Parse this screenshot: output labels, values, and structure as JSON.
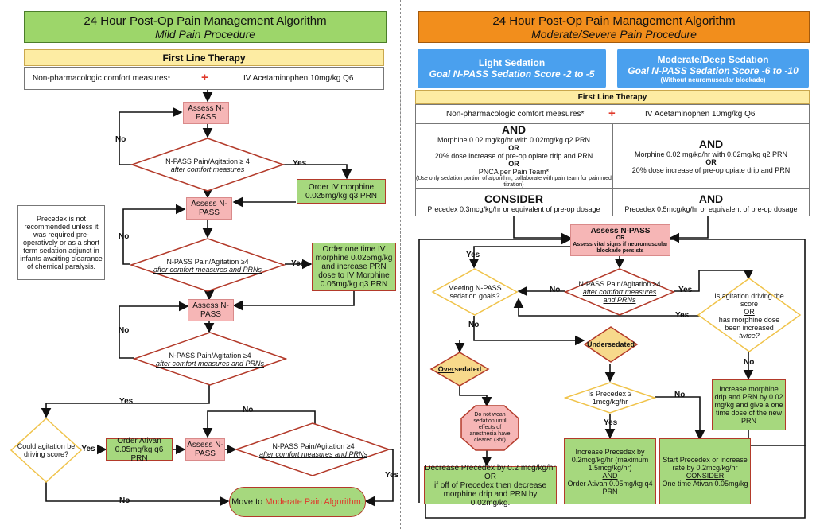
{
  "left": {
    "header": {
      "line1": "24 Hour Post-Op Pain Management Algorithm",
      "line2": "Mild Pain Procedure"
    },
    "first_line": "First Line Therapy",
    "nonpharm": "Non-pharmacologic comfort measures*",
    "plus": "+",
    "acetaminophen": "IV Acetaminophen 10mg/kg Q6",
    "assess1": "Assess N-PASS",
    "assess2": "Assess N-PASS",
    "assess3": "Assess N-PASS",
    "assess4": "Assess N-PASS",
    "dec1_l1": "N-PASS Pain/Agitation ≥ 4",
    "dec1_l2": "after comfort measures",
    "dec2_l1": "N-PASS Pain/Agitation ≥4",
    "dec2_l2": "after comfort measures and PRNs",
    "dec3_l1": "N-PASS Pain/Agitation ≥4",
    "dec3_l2": "after comfort measures and PRNs",
    "dec4_l1": "N-PASS Pain/Agitation ≥4",
    "dec4_l2": "after comfort measures and PRNs",
    "order1": "Order IV morphine 0.025mg/kg q3 PRN",
    "order2": "Order one time IV morphine 0.025mg/kg and increase PRN dose to IV Morphine 0.05mg/kg q3 PRN",
    "precedex_note": "Precedex is not recommended unless it was required pre-operatively or as a short term sedation adjunct in infants awaiting clearance of chemical paralysis.",
    "could_agitation": "Could agitation be driving score?",
    "order_ativan": "Order Ativan 0.05mg/kg q6 PRN",
    "move_to": "Move to",
    "move_to_red": "Moderate Pain Algorithm.",
    "yes": "Yes",
    "no": "No",
    "yes_dash": "-Yes"
  },
  "right": {
    "header": {
      "line1": "24 Hour Post-Op Pain Management Algorithm",
      "line2": "Moderate/Severe Pain Procedure"
    },
    "light": {
      "title": "Light Sedation",
      "goal": "Goal N-PASS Sedation Score -2 to -5"
    },
    "deep": {
      "title": "Moderate/Deep Sedation",
      "goal": "Goal N-PASS Sedation Score -6 to -10",
      "note": "(Without neuromuscular blockade)"
    },
    "first_line": "First Line Therapy",
    "nonpharm": "Non-pharmacologic comfort measures*",
    "plus": "+",
    "acetaminophen": "IV Acetaminophen 10mg/kg Q6",
    "and": "AND",
    "or": "OR",
    "light_m1": "Morphine 0.02 mg/kg/hr with 0.02mg/kg q2 PRN",
    "light_m2": "20% dose increase of pre-op opiate drip and PRN",
    "light_m3": "PNCA per Pain Team*",
    "light_m4": "(Use only sedation portion of algorithm, collaborate with pain team for pain med titration)",
    "deep_m1": "Morphine 0.02 mg/kg/hr with 0.02mg/kg q2 PRN",
    "deep_m2": "20% dose increase of pre-op opiate drip and PRN",
    "consider": "CONSIDER",
    "light_precedex": "Precedex 0.3mcg/kg/hr or equivalent of pre-op dosage",
    "deep_precedex": "Precedex 0.5mcg/kg/hr or equivalent of pre-op dosage",
    "assess_title": "Assess N-PASS",
    "assess_or": "OR",
    "assess_vitals": "Assess vital signs if neuromuscular blockade persists",
    "meeting_goals": "Meeting N-PASS sedation goals?",
    "npass_l1": "N-PASS Pain/Agitation ≥4",
    "npass_l2": "after comfort measures and PRNs",
    "is_agit_l1": "Is agitation driving the score",
    "is_agit_or": "OR",
    "is_agit_l2": "has morphine dose been increased",
    "is_agit_twice": "twice?",
    "undersedated_u": "Under",
    "undersedated_r": "sedated",
    "oversedated_u": "Over",
    "oversedated_r": "sedated",
    "do_not_wean": "Do not wean sedation until effects of anesthesia have cleared (3hr)",
    "is_precedex": "Is Precedex ≥ 1mcg/kg/hr",
    "increase_morphine": "Increase morphine drip and PRN by 0.02 mg/kg and give a one time dose of the new PRN",
    "decrease_l1": "Decrease Precedex by 0.2 mcg/kg/hr",
    "decrease_or": "OR",
    "decrease_l2": "if off of Precedex then decrease morphine drip and PRN by 0.02mg/kg.",
    "increase_precedex_l1": "Increase Precedex by 0.2mcg/kg/hr (maximum 1.5mcg/kg/hr)",
    "increase_precedex_and": "AND",
    "increase_precedex_l2": "Order Ativan 0.05mg/kg q4 PRN",
    "start_precedex_l1": "Start Precedex or increase rate by 0.2mcg/kg/hr",
    "start_precedex_consider": "CONSIDER",
    "start_precedex_l2": "One time Ativan 0.05mg/kg",
    "yes": "Yes",
    "no": "No"
  },
  "colors": {
    "green_header": "#9dd66a",
    "orange_header": "#f28e1c",
    "blue": "#4aa0ee",
    "yellow": "#fdeca3",
    "pink": "#f6b6b6",
    "action_green": "#a6d87e",
    "decision_border": "#b33a2a",
    "plus_red": "#e0392b"
  }
}
